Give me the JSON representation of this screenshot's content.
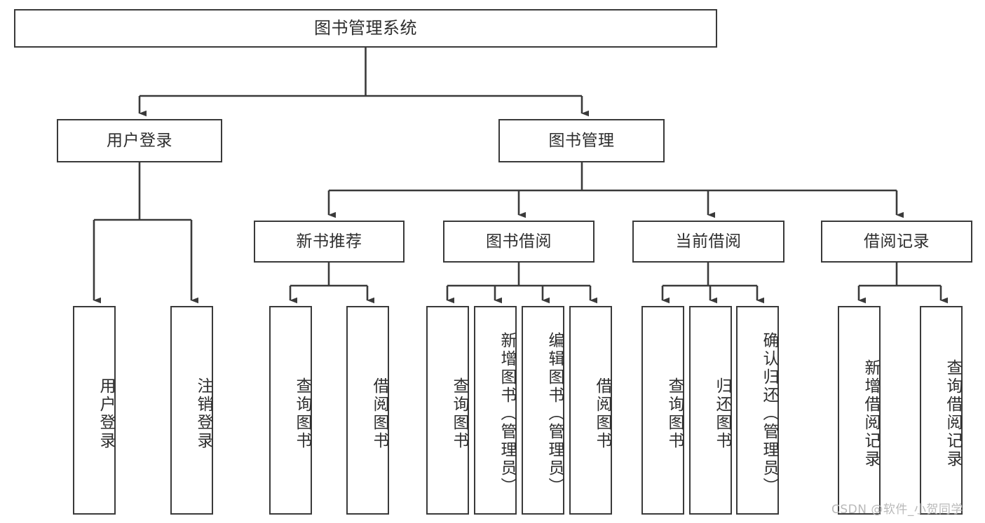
{
  "diagram": {
    "title": "图书管理系统",
    "type": "tree",
    "orientation": "top-down",
    "colors": {
      "box_border": "#3a3a3a",
      "box_fill": "#ffffff",
      "text": "#2e2e2e",
      "connector": "#3a3a3a",
      "watermark": "#b9b9b9",
      "background": "#ffffff"
    },
    "root": {
      "id": "root",
      "label": "图书管理系统"
    },
    "level2": [
      {
        "id": "user-login",
        "label": "用户登录"
      },
      {
        "id": "book-manage",
        "label": "图书管理"
      }
    ],
    "level3": [
      {
        "id": "new-book-rec",
        "label": "新书推荐",
        "parent": "book-manage"
      },
      {
        "id": "book-borrow",
        "label": "图书借阅",
        "parent": "book-manage"
      },
      {
        "id": "current-borrow",
        "label": "当前借阅",
        "parent": "book-manage"
      },
      {
        "id": "borrow-record",
        "label": "借阅记录",
        "parent": "book-manage"
      }
    ],
    "leaves": [
      {
        "id": "leaf-user-login",
        "label": "用户登录",
        "parent": "user-login"
      },
      {
        "id": "leaf-user-logout",
        "label": "注销登录",
        "parent": "user-login"
      },
      {
        "id": "leaf-rec-query",
        "label": "查询图书",
        "parent": "new-book-rec"
      },
      {
        "id": "leaf-rec-borrow",
        "label": "借阅图书",
        "parent": "new-book-rec"
      },
      {
        "id": "leaf-borrow-query",
        "label": "查询图书",
        "parent": "book-borrow"
      },
      {
        "id": "leaf-borrow-add",
        "label": "新增图书（管理员）",
        "parent": "book-borrow"
      },
      {
        "id": "leaf-borrow-edit",
        "label": "编辑图书（管理员）",
        "parent": "book-borrow"
      },
      {
        "id": "leaf-borrow-do",
        "label": "借阅图书",
        "parent": "book-borrow"
      },
      {
        "id": "leaf-cur-query",
        "label": "查询图书",
        "parent": "current-borrow"
      },
      {
        "id": "leaf-cur-return",
        "label": "归还图书",
        "parent": "current-borrow"
      },
      {
        "id": "leaf-cur-confirm",
        "label": "确认归还（管理员）",
        "parent": "current-borrow"
      },
      {
        "id": "leaf-rec-add",
        "label": "新增借阅记录",
        "parent": "borrow-record"
      },
      {
        "id": "leaf-rec-search",
        "label": "查询借阅记录",
        "parent": "borrow-record"
      }
    ],
    "watermark": "CSDN @软件_小贺同学"
  }
}
